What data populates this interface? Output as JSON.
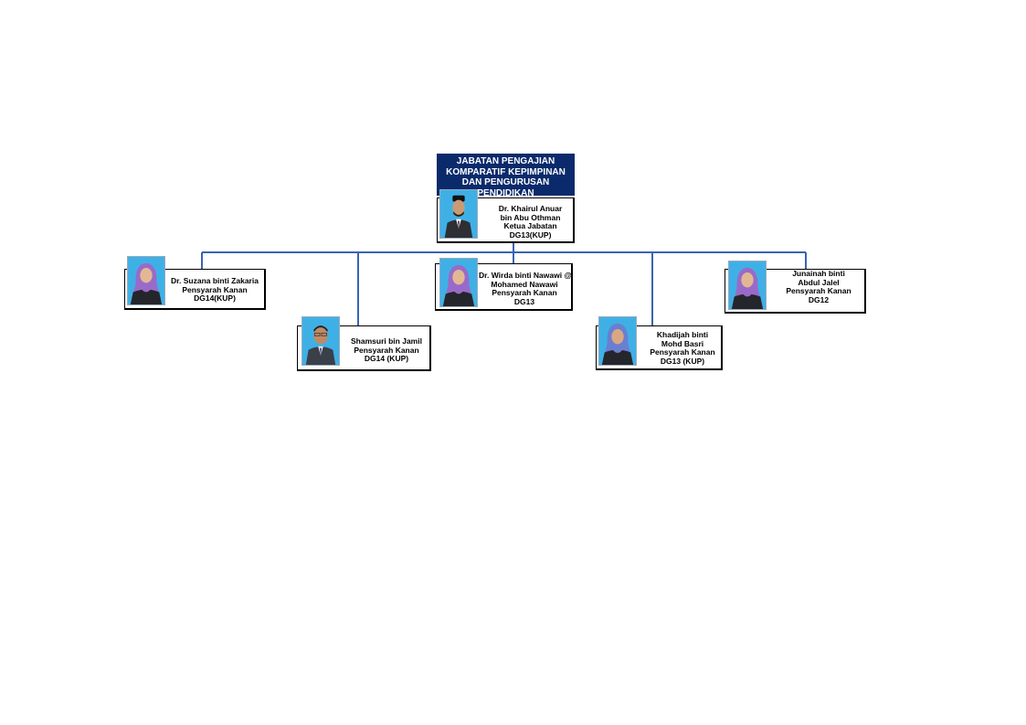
{
  "title": [
    "JABATAN PENGAJIAN",
    "KOMPARATIF KEPIMPINAN",
    "DAN PENGURUSAN",
    "PENDIDIKAN"
  ],
  "colors": {
    "title_bg": "#0a2a6b",
    "connector": "#3a64b0",
    "photo_bg": "#3fb0e6"
  },
  "head": {
    "lines": [
      "Dr. Khairul Anuar",
      "bin Abu Othman",
      "Ketua Jabatan",
      "DG13(KUP)"
    ],
    "photo": "portrait-man-songkok"
  },
  "members": [
    {
      "id": "suzana",
      "lines": [
        "Dr. Suzana binti Zakaria",
        "Pensyarah Kanan",
        "DG14(KUP)"
      ],
      "photo": "portrait-woman-hijab-purple"
    },
    {
      "id": "shamsuri",
      "lines": [
        "Shamsuri bin Jamil",
        "Pensyarah Kanan",
        "DG14 (KUP)"
      ],
      "photo": "portrait-man"
    },
    {
      "id": "wirda",
      "lines": [
        "Dr. Wirda binti Nawawi @",
        "Mohamed Nawawi",
        "Pensyarah Kanan",
        "DG13"
      ],
      "photo": "portrait-woman-hijab-purple"
    },
    {
      "id": "khadijah",
      "lines": [
        "Khadijah binti",
        "Mohd Basri",
        "Pensyarah Kanan",
        "DG13 (KUP)"
      ],
      "photo": "portrait-woman-hijab-blue"
    },
    {
      "id": "junainah",
      "lines": [
        "Junainah binti",
        "Abdul Jalel",
        "Pensyarah Kanan",
        "DG12"
      ],
      "photo": "portrait-woman-hijab-purple"
    }
  ]
}
